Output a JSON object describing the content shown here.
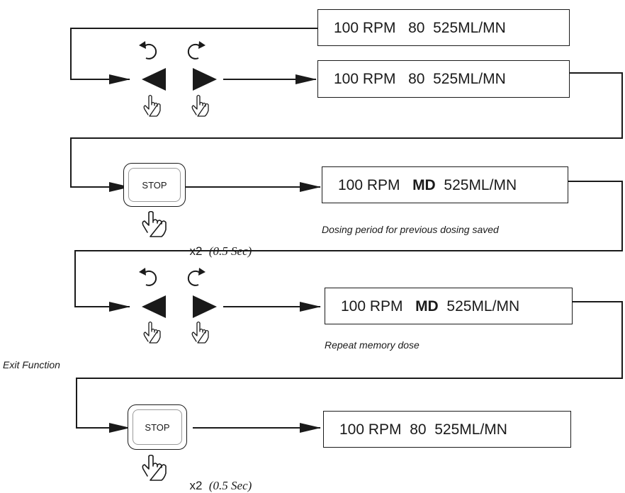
{
  "displays": [
    {
      "rpm": "100 RPM",
      "mode": "80",
      "mode_bold": false,
      "flow": "525ML/MN"
    },
    {
      "rpm": "100 RPM",
      "mode": "80",
      "mode_bold": false,
      "flow": "525ML/MN"
    },
    {
      "rpm": "100 RPM",
      "mode": "MD",
      "mode_bold": true,
      "flow": "525ML/MN"
    },
    {
      "rpm": "100 RPM",
      "mode": "MD",
      "mode_bold": true,
      "flow": "525ML/MN"
    },
    {
      "rpm": "100 RPM",
      "mode": "80",
      "mode_bold": false,
      "flow": "525ML/MN"
    }
  ],
  "stop_buttons": [
    {
      "label": "STOP",
      "press_count": "x2",
      "duration": "(0.5 Sec)"
    },
    {
      "label": "STOP",
      "press_count": "x2",
      "duration": "(0.5 Sec)"
    }
  ],
  "notes": {
    "dosing_saved": "Dosing period for previous dosing saved",
    "repeat_dose": "Repeat memory dose",
    "exit_function": "Exit Function"
  },
  "icons": {
    "rotate_ccw": "rotate-counterclockwise-icon",
    "rotate_cw": "rotate-clockwise-icon",
    "left": "left-triangle-icon",
    "right": "right-triangle-icon",
    "press": "pointing-hand-icon"
  }
}
